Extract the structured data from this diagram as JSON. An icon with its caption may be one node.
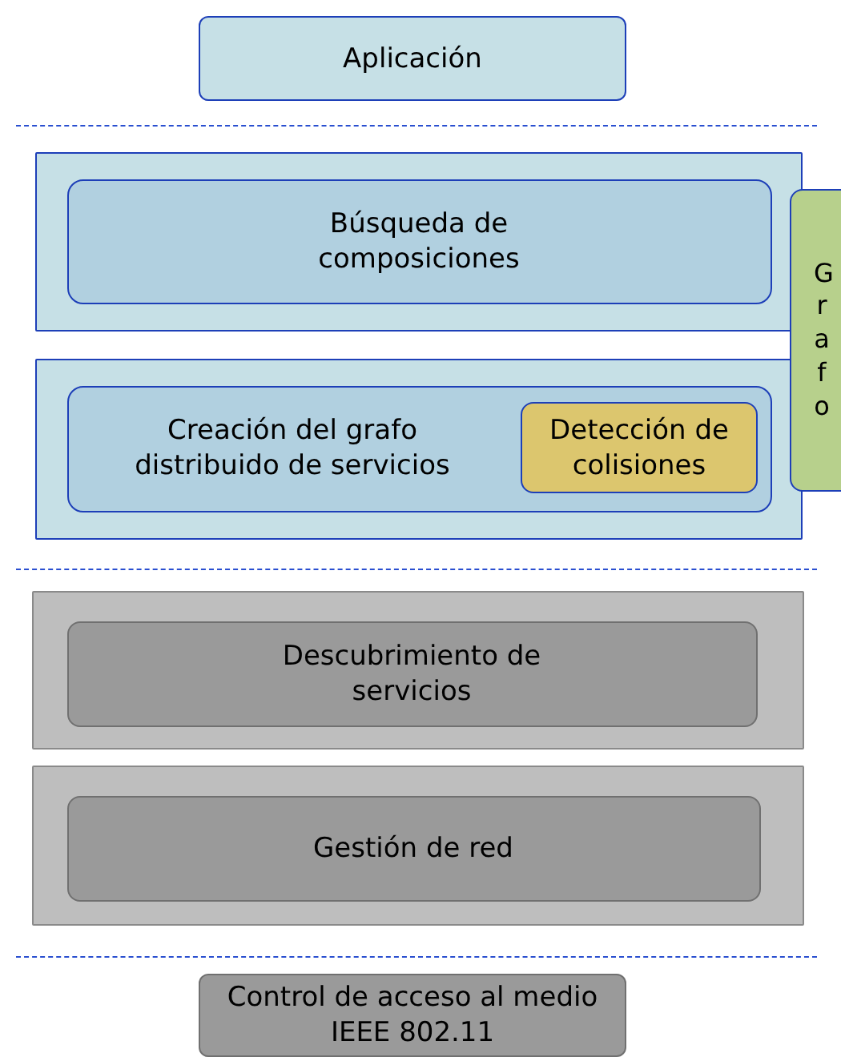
{
  "diagram": {
    "nodes": [
      {
        "text": [
          "Aplicación"
        ]
      },
      {
        "text": [],
        "shape": "box"
      },
      {
        "text": [
          "Búsqueda de composiciones"
        ],
        "in": 1
      },
      {
        "text": [],
        "shape": "box"
      },
      {
        "text": [
          "Creación del grafo distribuido de servicios"
        ],
        "in": 3
      },
      {
        "text": [
          "Detección de colisiones"
        ],
        "in": 4
      },
      {
        "text": [
          "Grafo"
        ]
      },
      {
        "text": [],
        "shape": "box"
      },
      {
        "text": [
          "Descubrimiento de servicios"
        ],
        "in": 7
      },
      {
        "text": [],
        "shape": "box"
      },
      {
        "text": [
          "Gestión de red"
        ],
        "in": 9
      },
      {
        "text": [
          "Control de acceso al medio IEEE 802.11"
        ]
      }
    ],
    "edges": []
  }
}
